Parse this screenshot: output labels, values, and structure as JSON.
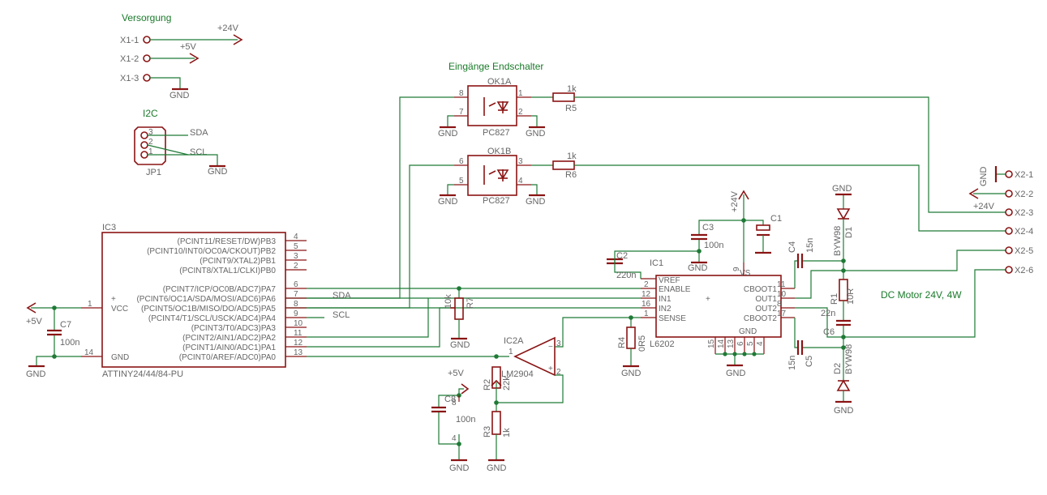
{
  "notes": {
    "versorgung": "Versorgung",
    "eingaenge": "Eingänge Endschalter",
    "i2c": "I2C",
    "dcmotor": "DC Motor 24V, 4W"
  },
  "supply": {
    "x1_1": "X1-1",
    "x1_2": "X1-2",
    "x1_3": "X1-3",
    "p24": "+24V",
    "p5": "+5V",
    "gnd": "GND"
  },
  "jp1": {
    "name": "JP1",
    "pin1": "1",
    "pin2": "2",
    "pin3": "3",
    "sda": "SDA",
    "scl": "SCL",
    "gnd": "GND"
  },
  "ok1a": {
    "name": "OK1A",
    "part": "PC827",
    "pin8": "8",
    "pin7": "7",
    "pin1": "1",
    "pin2": "2",
    "gnd_l": "GND",
    "gnd_r": "GND"
  },
  "ok1b": {
    "name": "OK1B",
    "part": "PC827",
    "pin6": "6",
    "pin5": "5",
    "pin3": "3",
    "pin4": "4",
    "gnd_l": "GND",
    "gnd_r": "GND"
  },
  "r5": {
    "name": "R5",
    "value": "1k"
  },
  "r6": {
    "name": "R6",
    "value": "1k"
  },
  "ic3": {
    "name": "IC3",
    "part": "ATTINY24/44/84-PU",
    "vcc": "VCC",
    "gnd": "GND",
    "pins": {
      "pb3": "(PCINT11/RESET/DW)PB3",
      "pb2": "(PCINT10/INT0/OC0A/CKOUT)PB2",
      "pb1": "(PCINT9/XTAL2)PB1",
      "pb0": "(PCINT8/XTAL1/CLKI)PB0",
      "pa7": "(PCINT7/ICP/OC0B/ADC7)PA7",
      "pa6": "(PCINT6/OC1A/SDA/MOSI/ADC6)PA6",
      "pa5": "(PCINT5/OC1B/MISO/DO/ADC5)PA5",
      "pa4": "(PCINT4/T1/SCL/USCK/ADC4)PA4",
      "pa3": "(PCINT3/T0/ADC3)PA3",
      "pa2": "(PCINT2/AIN1/ADC2)PA2",
      "pa1": "(PCINT1/AIN0/ADC1)PA1",
      "pa0": "(PCINT0/AREF/ADC0)PA0"
    },
    "nums": {
      "n4": "4",
      "n5": "5",
      "n3": "3",
      "n2": "2",
      "n6": "6",
      "n7": "7",
      "n8": "8",
      "n9": "9",
      "n10": "10",
      "n11": "11",
      "n12": "12",
      "n13": "13",
      "n1": "1",
      "n14": "14"
    }
  },
  "left_supply": {
    "p5": "+5V",
    "gnd": "GND",
    "c7_name": "C7",
    "c7_value": "100n"
  },
  "nets": {
    "sda": "SDA",
    "scl": "SCL"
  },
  "r7": {
    "name": "R7",
    "value": "10k",
    "gnd": "GND"
  },
  "ic2a": {
    "name": "IC2A",
    "part": "LM2904",
    "pin1": "1",
    "pin2": "2",
    "pin3": "3"
  },
  "r2": {
    "name": "R2",
    "value": "22k"
  },
  "r3": {
    "name": "R3",
    "value": "1k",
    "gnd": "GND"
  },
  "c8": {
    "name": "C8",
    "value": "100n",
    "p5": "+5V",
    "gnd": "GND",
    "pin8": "8",
    "pin4": "4"
  },
  "ic1": {
    "name": "IC1",
    "part": "L6202",
    "vref": "VREF",
    "enable": "ENABLE",
    "in1": "IN1",
    "in2": "IN2",
    "sense": "SENSE",
    "vs": "VS",
    "cboot1": "CBOOT1",
    "out1": "OUT1",
    "out2": "OUT2",
    "cboot2": "CBOOT2",
    "gndl": "GND",
    "p2": "2",
    "p12": "12",
    "p16": "16",
    "p1": "1",
    "p9": "9",
    "p11": "11",
    "p10": "10",
    "p8": "8",
    "p17": "17",
    "p15": "15",
    "p14": "14",
    "p13": "13",
    "p6": "6",
    "p5": "5",
    "p4": "4",
    "gnd": "GND"
  },
  "c2": {
    "name": "C2",
    "value": "220n"
  },
  "r4": {
    "name": "R4",
    "value": "0R5",
    "gnd": "GND"
  },
  "vs_supply": {
    "p24": "+24V",
    "c3_name": "C3",
    "c3_value": "100n",
    "gnd": "GND",
    "c1_name": "C1"
  },
  "c4": {
    "name": "C4",
    "value": "15n"
  },
  "c5": {
    "name": "C5",
    "value": "15n"
  },
  "r1": {
    "name": "R1",
    "value": "10R"
  },
  "c6": {
    "name": "C6",
    "value": "22n"
  },
  "d1": {
    "name": "D1",
    "part": "BYW98",
    "gnd": "GND"
  },
  "d2": {
    "name": "D2",
    "part": "BYW98",
    "gnd": "GND"
  },
  "x2": {
    "x2_1": "X2-1",
    "x2_2": "X2-2",
    "x2_3": "X2-3",
    "x2_4": "X2-4",
    "x2_5": "X2-5",
    "x2_6": "X2-6",
    "gnd": "GND",
    "p24": "+24V"
  }
}
